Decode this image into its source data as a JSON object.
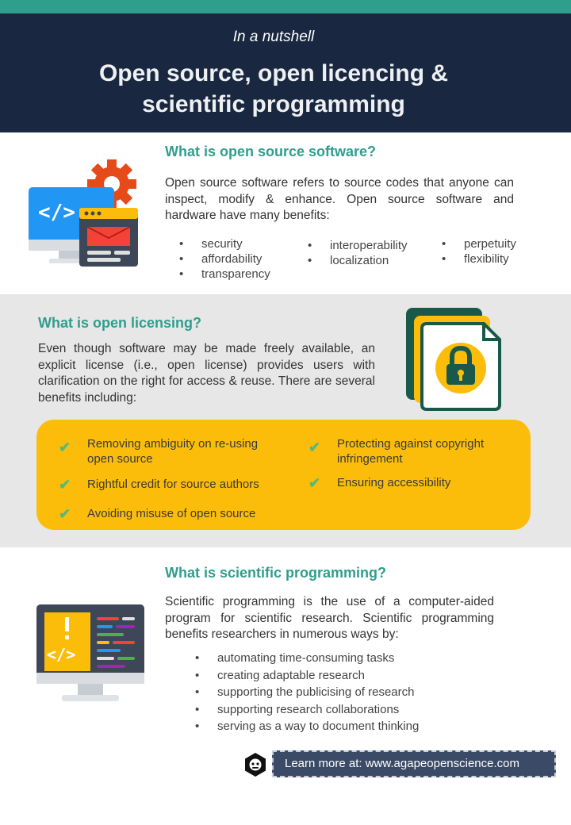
{
  "header": {
    "kicker": "In a nutshell",
    "title_line1": "Open source, open licencing &",
    "title_line2": "scientific programming"
  },
  "open_source": {
    "heading": "What is open source software?",
    "text": "Open source software refers to source codes that anyone can inspect, modify & enhance. Open source software and hardware have many benefits:",
    "col1": [
      "security",
      "affordability",
      "transparency"
    ],
    "col2": [
      "interoperability",
      "localization"
    ],
    "col3": [
      "perpetuity",
      "flexibility"
    ],
    "bullet": "•"
  },
  "licensing": {
    "heading": "What is open licensing?",
    "text": "Even though software may be made freely available, an explicit license (i.e., open license) provides users with clarification on the right for access & reuse. There are several benefits including:",
    "benefits": [
      "Removing ambiguity on re-using open source",
      "Protecting against copyright infringement",
      "Rightful credit for source authors",
      "Ensuring accessibility",
      "Avoiding misuse of open source"
    ],
    "check": "✔"
  },
  "scientific": {
    "heading": "What is scientific programming?",
    "text": "Scientific programming is the use of a computer-aided program for scientific research. Scientific programming benefits researchers in numerous ways by:",
    "items": [
      "automating time-consuming tasks",
      "creating adaptable research",
      "supporting the publicising of research",
      "supporting research collaborations",
      "serving as a way to document thinking"
    ],
    "bullet": "•"
  },
  "footer": {
    "learn_more": "Learn more at: www.agapeopenscience.com"
  },
  "colors": {
    "teal": "#2e9e8d",
    "navy": "#192741",
    "yellow": "#fcbd0a",
    "gray_band": "#e7e7e7"
  },
  "icons": [
    "code-monitor-gear-icon",
    "license-lock-icon",
    "code-monitor-icon",
    "monkey-logo-icon"
  ]
}
